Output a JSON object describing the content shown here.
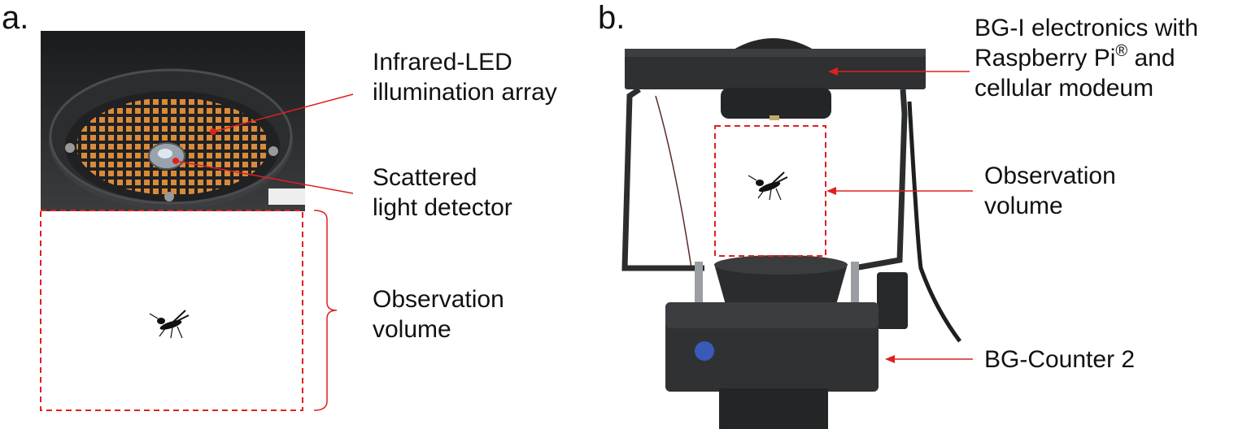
{
  "panel_a": {
    "letter": "a.",
    "labels": {
      "led_array": [
        "Infrared-LED",
        "illumination array"
      ],
      "detector": [
        "Scattered",
        "light detector"
      ],
      "observation": [
        "Observation",
        "volume"
      ]
    }
  },
  "panel_b": {
    "letter": "b.",
    "labels": {
      "electronics": {
        "line1": "BG-I electronics with",
        "line2_text": "Raspberry Pi",
        "line2_sup": "®",
        "line2_suffix": " and",
        "line3": "cellular modeum"
      },
      "observation": [
        "Observation",
        "volume"
      ],
      "counter": "BG-Counter 2"
    }
  },
  "colors": {
    "pointer": "#e02020",
    "device_dark": "#2a2c2e",
    "led_orange": "#d98a3a"
  }
}
